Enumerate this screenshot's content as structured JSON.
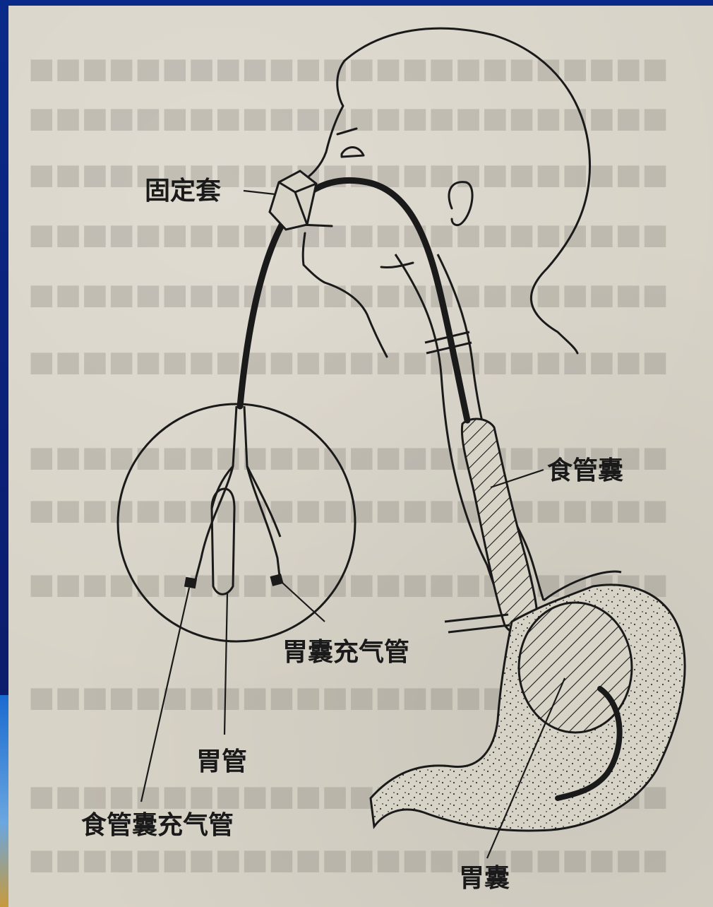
{
  "labels": {
    "fixing_sleeve": "固定套",
    "esophageal_balloon": "食管囊",
    "gastric_balloon_inflation_tube": "胃囊充气管",
    "gastric_tube": "胃管",
    "esophageal_balloon_inflation_tube": "食管囊充气管",
    "gastric_balloon": "胃囊"
  },
  "colors": {
    "paper": "#d8d3c7",
    "ink": "#1a1a1a",
    "slide_border": "#0b1f73"
  }
}
